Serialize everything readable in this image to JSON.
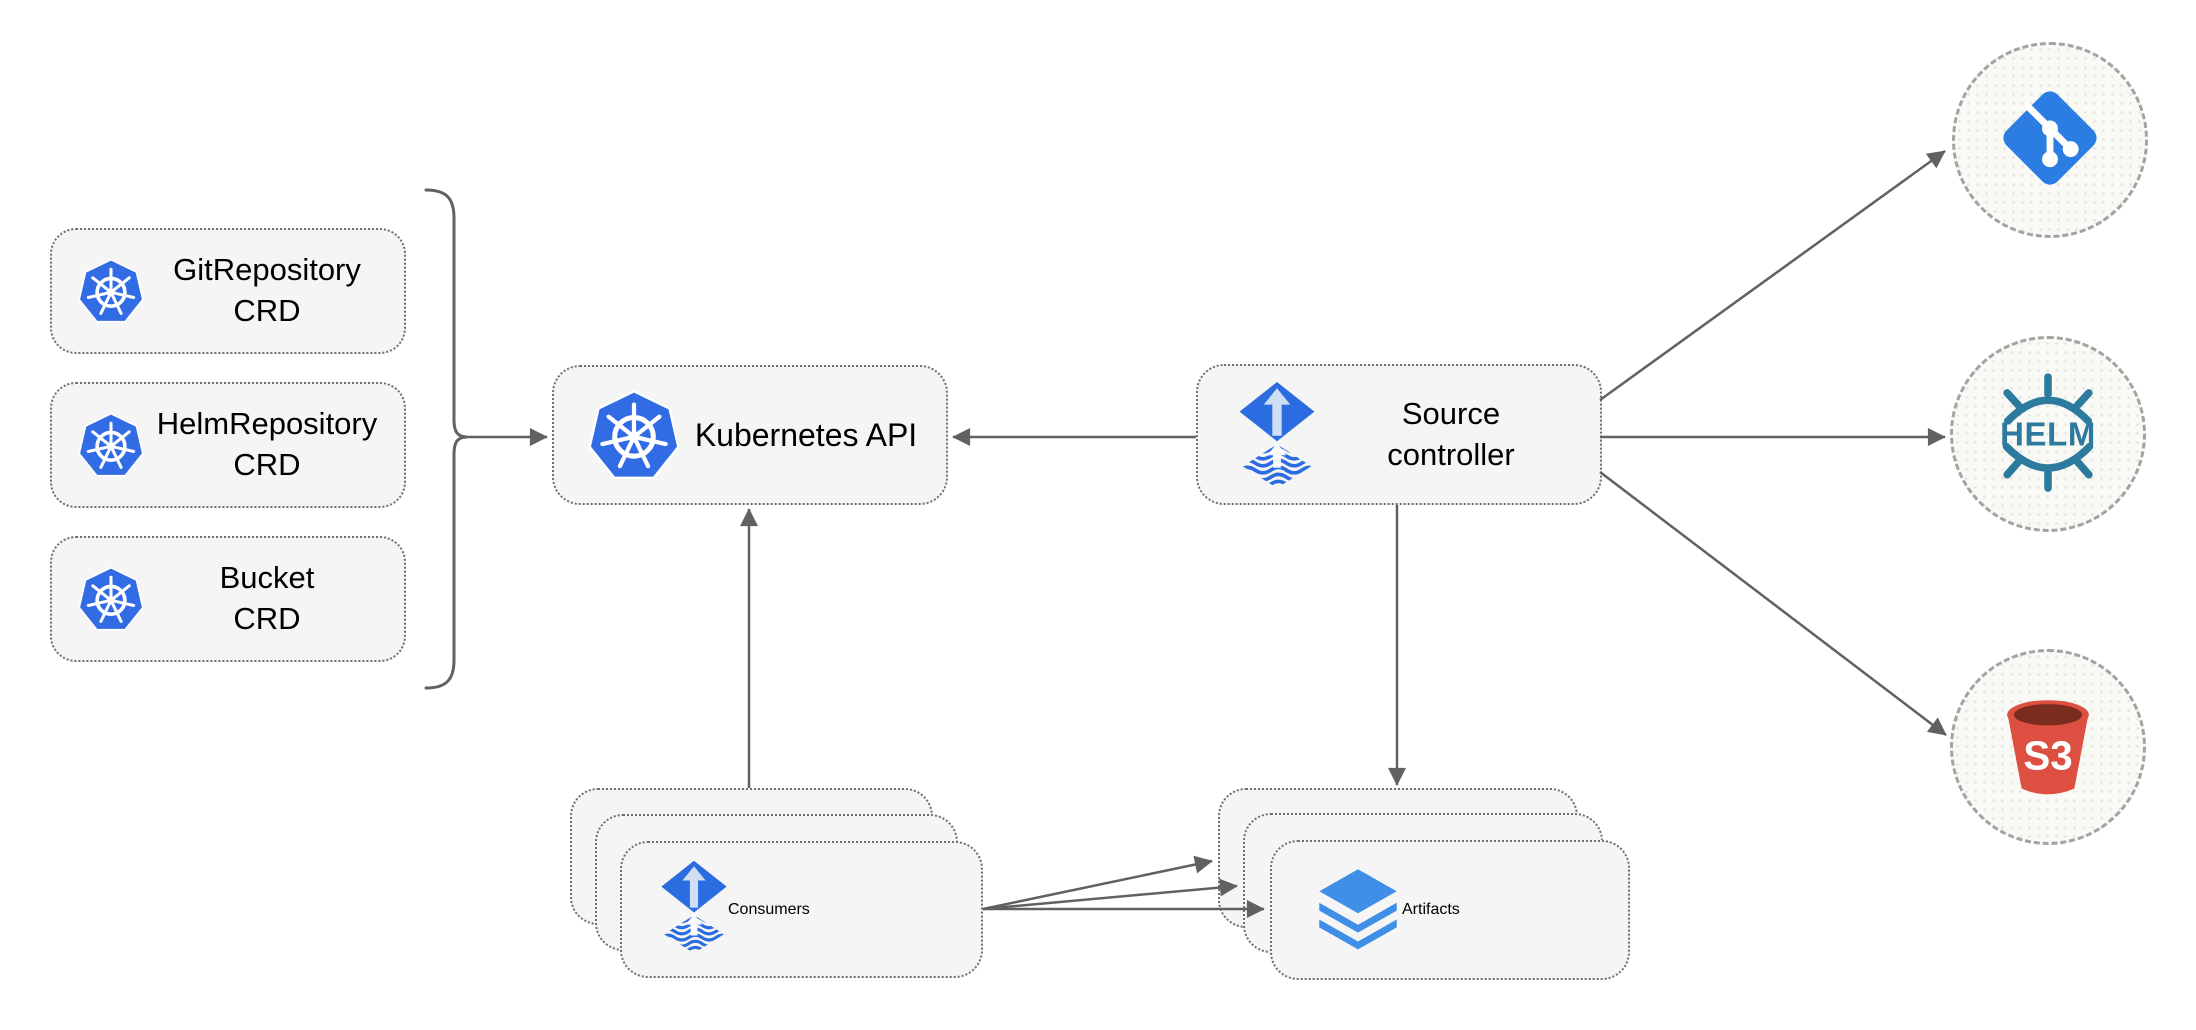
{
  "nodes": {
    "crds": [
      {
        "line1": "GitRepository",
        "line2": "CRD"
      },
      {
        "line1": "HelmRepository",
        "line2": "CRD"
      },
      {
        "line1": "Bucket",
        "line2": "CRD"
      }
    ],
    "kubernetes_api": {
      "label": "Kubernetes API"
    },
    "source_controller": {
      "line1": "Source",
      "line2": "controller"
    },
    "consumers": {
      "label": "Consumers"
    },
    "artifacts": {
      "label": "Artifacts"
    },
    "helm": {
      "text": "HELM"
    },
    "s3": {
      "text": "S3"
    }
  },
  "icons": {
    "kubernetes": "kubernetes-wheel-icon",
    "flux": "flux-source-icon",
    "layers": "layers-icon",
    "git": "git-icon",
    "helm": "helm-wheel-icon",
    "s3": "s3-bucket-icon"
  },
  "colors": {
    "box_fill": "#f5f5f5",
    "arrow_gray": "#616161",
    "kubernetes_blue": "#326CE5",
    "flux_blue": "#2b6de0",
    "layers_blue": "#3f8fe8",
    "git_blue": "#2b7de2",
    "helm_teal": "#2c7a9e",
    "s3_red": "#DD4F40",
    "s3_dark": "#7A2D1E"
  }
}
